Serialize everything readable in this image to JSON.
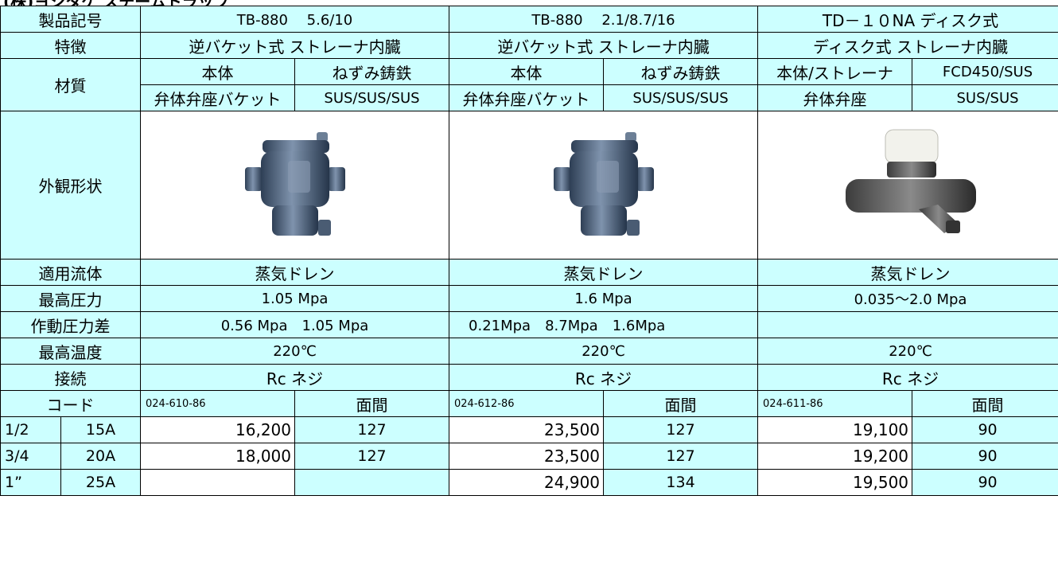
{
  "page": {
    "title_left": "(株)ヨシタケ スチームトラップ",
    "title_right": ""
  },
  "rows": {
    "product_label": "製品記号",
    "feature_label": "特徴",
    "material_label": "材質",
    "appearance_label": "外観形状",
    "fluid_label": "適用流体",
    "max_pressure_label": "最高圧力",
    "diff_pressure_label": "作動圧力差",
    "max_temp_label": "最高温度",
    "connection_label": "接続",
    "code_label": "コード",
    "face_label": "面間"
  },
  "products": [
    {
      "model": "TB-880　 5.6/10",
      "feature": "逆バケット式 ストレーナ内臓",
      "mat1_key": "本体",
      "mat1_val": "ねずみ鋳鉄",
      "mat2_key": "弁体弁座バケット",
      "mat2_val": "SUS/SUS/SUS",
      "fluid": "蒸気ドレン",
      "max_pressure": "1.05 Mpa",
      "diff_pressure": "0.56 Mpa　1.05 Mpa",
      "max_temp": "220℃",
      "connection": "Rc ネジ",
      "code": "024-610-86",
      "prices": [
        "16,200",
        "18,000",
        ""
      ],
      "faces": [
        "127",
        "127",
        ""
      ]
    },
    {
      "model": "TB-880　 2.1/8.7/16",
      "feature": "逆バケット式 ストレーナ内臓",
      "mat1_key": "本体",
      "mat1_val": "ねずみ鋳鉄",
      "mat2_key": "弁体弁座バケット",
      "mat2_val": "SUS/SUS/SUS",
      "fluid": "蒸気ドレン",
      "max_pressure": "1.6 Mpa",
      "diff_pressure": "0.21Mpa　8.7Mpa　1.6Mpa",
      "max_temp": "220℃",
      "connection": "Rc ネジ",
      "code": "024-612-86",
      "prices": [
        "23,500",
        "23,500",
        "24,900"
      ],
      "faces": [
        "127",
        "127",
        "134"
      ]
    },
    {
      "model": "TD－１０NA ディスク式",
      "feature": "ディスク式 ストレーナ内臓",
      "mat1_key": "本体/ストレーナ",
      "mat1_val": "FCD450/SUS",
      "mat2_key": "弁体弁座",
      "mat2_val": "SUS/SUS",
      "fluid": "蒸気ドレン",
      "max_pressure": "0.035～2.0 Mpa",
      "diff_pressure": "",
      "max_temp": "220℃",
      "connection": "Rc ネジ",
      "code": "024-611-86",
      "prices": [
        "19,100",
        "19,200",
        "19,500"
      ],
      "faces": [
        "90",
        "90",
        "90"
      ]
    }
  ],
  "sizes": [
    {
      "inch": "1/2",
      "mm": "15A"
    },
    {
      "inch": "3/4",
      "mm": "20A"
    },
    {
      "inch": "1”",
      "mm": "25A"
    }
  ]
}
